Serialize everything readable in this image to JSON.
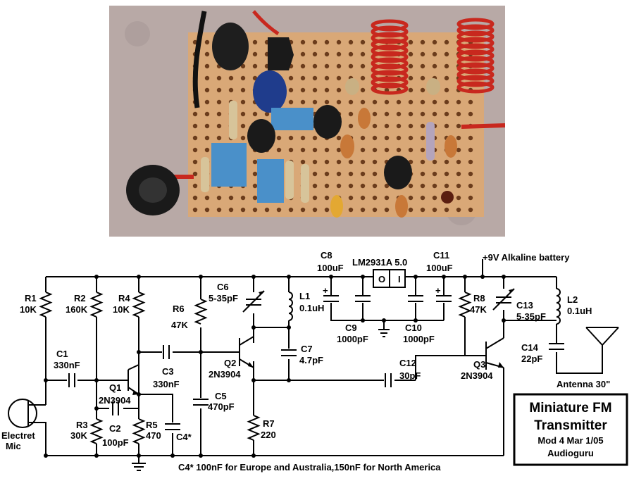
{
  "title_box": {
    "line1": "Miniature FM",
    "line2": "Transmitter",
    "line3": "Mod 4 Mar 1/05",
    "line4": "Audioguru"
  },
  "footnote": "C4* 100nF for Europe and Australia,150nF for North America",
  "power": "+9V Alkaline battery",
  "antenna": "Antenna 30\"",
  "mic": {
    "l1": "Electret",
    "l2": "Mic"
  },
  "regulator": {
    "name": "LM2931A 5.0",
    "out": "O",
    "in": "I"
  },
  "parts": {
    "R1": [
      "R1",
      "10K"
    ],
    "R2": [
      "R2",
      "160K"
    ],
    "R3": [
      "R3",
      "30K"
    ],
    "R4": [
      "R4",
      "10K"
    ],
    "R5": [
      "R5",
      "470"
    ],
    "R6": [
      "R6",
      "47K"
    ],
    "R7": [
      "R7",
      "220"
    ],
    "R8": [
      "R8",
      "47K"
    ],
    "C1": [
      "C1",
      "330nF"
    ],
    "C2": [
      "C2",
      "100pF"
    ],
    "C3": [
      "C3",
      "330nF"
    ],
    "C4": "C4*",
    "C5": [
      "C5",
      "470pF"
    ],
    "C6": [
      "C6",
      "5-35pF"
    ],
    "C7": [
      "C7",
      "4.7pF"
    ],
    "C8": [
      "C8",
      "100uF"
    ],
    "C9": [
      "C9",
      "1000pF"
    ],
    "C10": [
      "C10",
      "1000pF"
    ],
    "C11": [
      "C11",
      "100uF"
    ],
    "C12": [
      "C12",
      "30pF"
    ],
    "C13": [
      "C13",
      "5-35pF"
    ],
    "C14": [
      "C14",
      "22pF"
    ],
    "L1": [
      "L1",
      "0.1uH"
    ],
    "L2": [
      "L2",
      "0.1uH"
    ],
    "Q1": [
      "Q1",
      "2N3904"
    ],
    "Q2": [
      "Q2",
      "2N3904"
    ],
    "Q3": [
      "Q3",
      "2N3904"
    ]
  },
  "colors": {
    "board": "#d9a877",
    "carpet": "#b8a9a6",
    "coil": "#c8281e"
  }
}
